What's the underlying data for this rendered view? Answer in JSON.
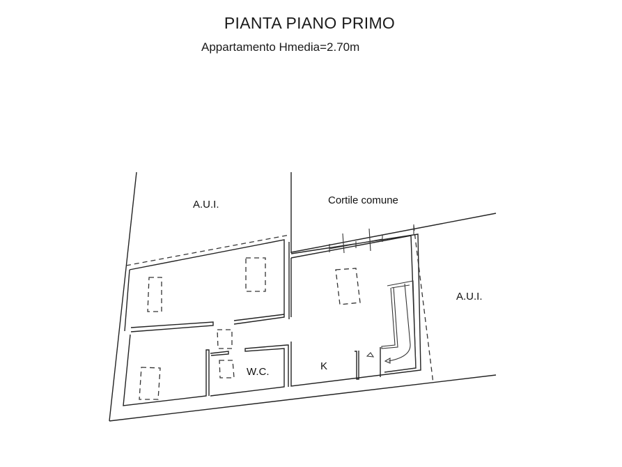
{
  "drawing": {
    "title": "PIANTA PIANO PRIMO",
    "subtitle": "Appartamento Hmedia=2.70m"
  },
  "labels": {
    "aui_top": "A.U.I.",
    "cortile": "Cortile comune",
    "aui_right": "A.U.I.",
    "wc": "W.C.",
    "kitchen": "K"
  },
  "colors": {
    "line": "#222222",
    "background": "#ffffff"
  }
}
